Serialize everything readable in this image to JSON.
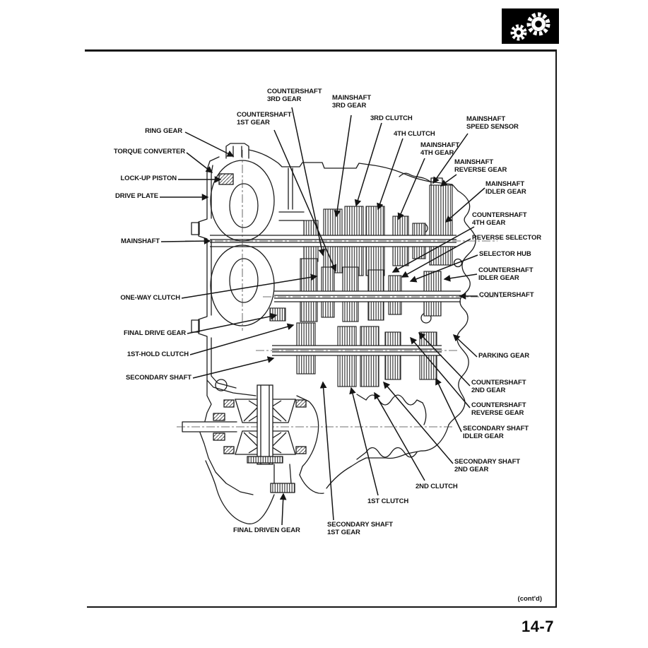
{
  "page": {
    "page_number": "14-7",
    "contd_note": "(cont'd)"
  },
  "header": {
    "icon": "gears-icon"
  },
  "colors": {
    "ink": "#161616",
    "paper": "#ffffff",
    "icon_background": "#000000"
  },
  "diagram": {
    "subject": "Automatic transmission cutaway cross-section",
    "labels": [
      {
        "id": "ring-gear",
        "text": "RING GEAR"
      },
      {
        "id": "torque-converter",
        "text": "TORQUE CONVERTER"
      },
      {
        "id": "lock-up-piston",
        "text": "LOCK-UP PISTON"
      },
      {
        "id": "drive-plate",
        "text": "DRIVE PLATE"
      },
      {
        "id": "mainshaft",
        "text": "MAINSHAFT"
      },
      {
        "id": "one-way-clutch",
        "text": "ONE-WAY CLUTCH"
      },
      {
        "id": "final-drive-gear",
        "text": "FINAL DRIVE GEAR"
      },
      {
        "id": "first-hold-clutch",
        "text": "1ST-HOLD CLUTCH"
      },
      {
        "id": "secondary-shaft",
        "text": "SECONDARY SHAFT"
      },
      {
        "id": "countershaft-1st-gear",
        "text": "COUNTERSHAFT\n1ST GEAR"
      },
      {
        "id": "countershaft-3rd-gear",
        "text": "COUNTERSHAFT\n3RD GEAR"
      },
      {
        "id": "mainshaft-3rd-gear",
        "text": "MAINSHAFT\n3RD GEAR"
      },
      {
        "id": "third-clutch",
        "text": "3RD CLUTCH"
      },
      {
        "id": "fourth-clutch",
        "text": "4TH CLUTCH"
      },
      {
        "id": "mainshaft-speed-sensor",
        "text": "MAINSHAFT\nSPEED SENSOR"
      },
      {
        "id": "mainshaft-4th-gear",
        "text": "MAINSHAFT\n4TH GEAR"
      },
      {
        "id": "mainshaft-reverse-gear",
        "text": "MAINSHAFT\nREVERSE GEAR"
      },
      {
        "id": "mainshaft-idler-gear",
        "text": "MAINSHAFT\nIDLER GEAR"
      },
      {
        "id": "countershaft-4th-gear",
        "text": "COUNTERSHAFT\n4TH GEAR"
      },
      {
        "id": "reverse-selector",
        "text": "REVERSE SELECTOR"
      },
      {
        "id": "selector-hub",
        "text": "SELECTOR HUB"
      },
      {
        "id": "countershaft-idler-gear",
        "text": "COUNTERSHAFT\nIDLER GEAR"
      },
      {
        "id": "countershaft",
        "text": "COUNTERSHAFT"
      },
      {
        "id": "parking-gear",
        "text": "PARKING GEAR"
      },
      {
        "id": "countershaft-2nd-gear",
        "text": "COUNTERSHAFT\n2ND GEAR"
      },
      {
        "id": "countershaft-reverse-gear",
        "text": "COUNTERSHAFT\nREVERSE GEAR"
      },
      {
        "id": "secondary-shaft-idler-gear",
        "text": "SECONDARY SHAFT\nIDLER GEAR"
      },
      {
        "id": "secondary-shaft-2nd-gear",
        "text": "SECONDARY SHAFT\n2ND GEAR"
      },
      {
        "id": "second-clutch",
        "text": "2ND CLUTCH"
      },
      {
        "id": "first-clutch",
        "text": "1ST CLUTCH"
      },
      {
        "id": "secondary-shaft-1st-gear",
        "text": "SECONDARY SHAFT\n1ST GEAR"
      },
      {
        "id": "final-driven-gear",
        "text": "FINAL DRIVEN GEAR"
      }
    ]
  }
}
